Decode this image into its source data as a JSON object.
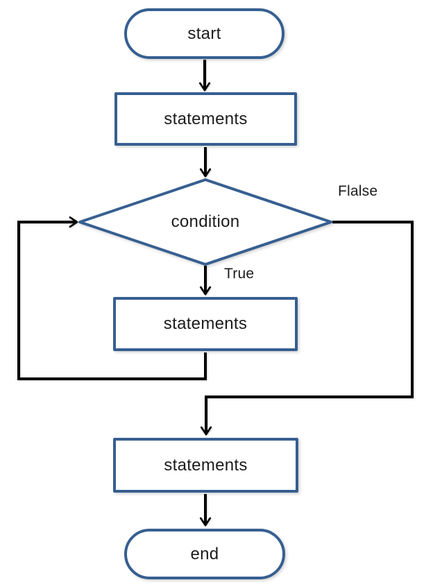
{
  "colors": {
    "shape_border": "#365F91",
    "connector": "#000000",
    "text": "#1c1c1c",
    "background": "#ffffff"
  },
  "diagram": {
    "type": "flowchart",
    "nodes": [
      {
        "id": "start",
        "shape": "terminator",
        "label": "start"
      },
      {
        "id": "statements-1",
        "shape": "process",
        "label": "statements"
      },
      {
        "id": "condition",
        "shape": "decision",
        "label": "condition"
      },
      {
        "id": "statements-2",
        "shape": "process",
        "label": "statements"
      },
      {
        "id": "statements-3",
        "shape": "process",
        "label": "statements"
      },
      {
        "id": "end",
        "shape": "terminator",
        "label": "end"
      }
    ],
    "edges": [
      {
        "from": "start",
        "to": "statements-1",
        "label": ""
      },
      {
        "from": "statements-1",
        "to": "condition",
        "label": ""
      },
      {
        "from": "condition",
        "to": "statements-2",
        "label": "True"
      },
      {
        "from": "condition",
        "to": "statements-3",
        "label": "Flalse"
      },
      {
        "from": "statements-2",
        "to": "condition",
        "label": ""
      },
      {
        "from": "statements-3",
        "to": "end",
        "label": ""
      }
    ]
  }
}
